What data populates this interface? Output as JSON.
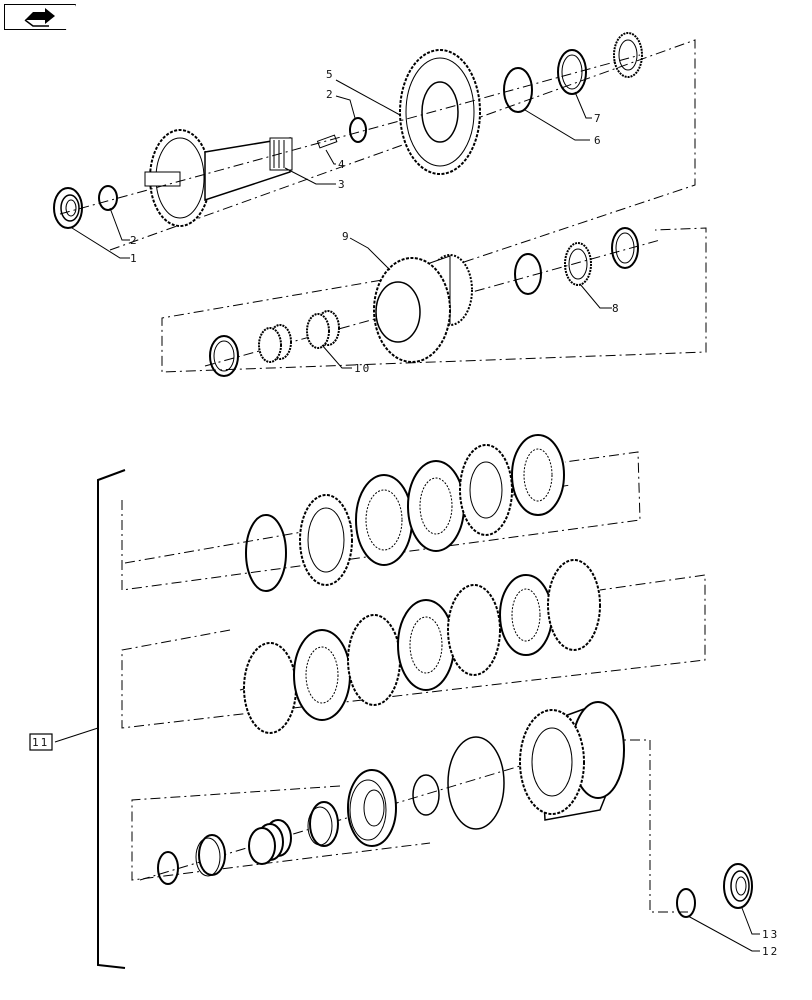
{
  "nav": {
    "icon": "page-forward-icon"
  },
  "callouts": {
    "c1": "1",
    "c2a": "2",
    "c2b": "2",
    "c3": "3",
    "c4": "4",
    "c5": "5",
    "c6": "6",
    "c7": "7",
    "c8": "8",
    "c9": "9",
    "c10": "10",
    "c11": "11",
    "c12": "12",
    "c13": "13"
  },
  "colors": {
    "line": "#000000",
    "background": "#ffffff"
  }
}
